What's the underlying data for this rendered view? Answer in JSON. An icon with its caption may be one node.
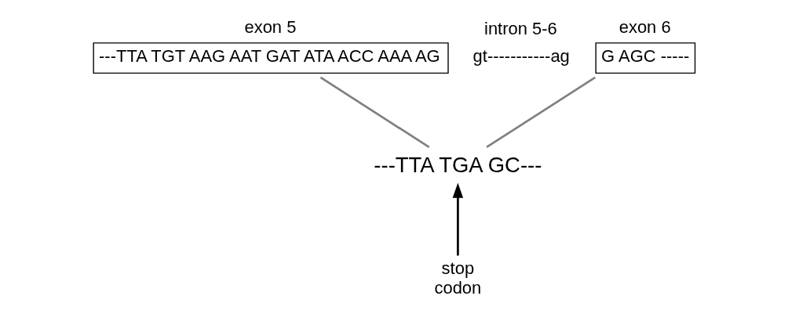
{
  "diagram": {
    "nodes": [
      {
        "text": [
          "exon 5",
          "---TTA TGT AAG AAT GAT ATA ACC AAA AG"
        ]
      },
      {
        "text": [
          "exon 6",
          "G AGC -----"
        ]
      },
      {
        "text": [
          "---TTA TGA GC---"
        ]
      },
      {
        "text": [
          "stop codon"
        ]
      }
    ],
    "edges": [
      {
        "from": 0,
        "to": 2,
        "arrow": "none"
      },
      {
        "from": 1,
        "to": 2,
        "arrow": "none"
      },
      {
        "from": 3,
        "to": 2,
        "arrow": "to",
        "color": "#000000"
      }
    ],
    "labels": [
      "intron 5-6",
      "gt-----------ag"
    ]
  }
}
